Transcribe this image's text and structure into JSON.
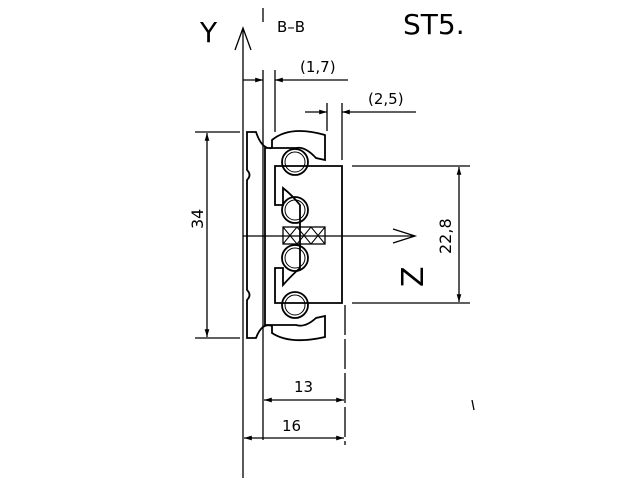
{
  "drawing": {
    "section_label": "B–B",
    "part_code": "ST5.",
    "axis_y": "Y",
    "axis_z": "Z",
    "dimensions": {
      "gap_small": "(1,7)",
      "gap_right": "(2,5)",
      "total_height": "34",
      "inner_height": "22,8",
      "inner_width": "13",
      "total_width": "16"
    }
  }
}
